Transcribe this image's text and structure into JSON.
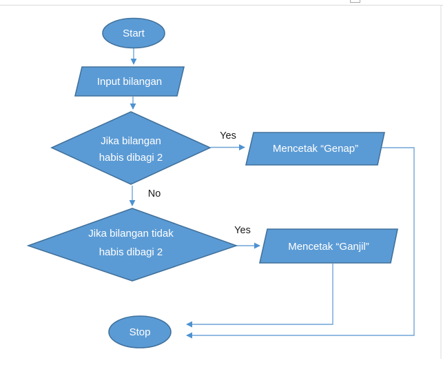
{
  "colors": {
    "shape_fill": "#5B9BD5",
    "shape_stroke": "#41719C",
    "connector": "#6FA4D8",
    "arrowhead": "#4D92D1",
    "shape_text": "#FFFFFF",
    "edge_label_text": "#1A1A1A",
    "page_rule": "#D9D9D9"
  },
  "flowchart": {
    "start": {
      "label": "Start"
    },
    "input": {
      "label": "Input bilangan"
    },
    "decision1": {
      "line1": "Jika bilangan",
      "line2": "habis dibagi 2"
    },
    "yes1": {
      "label": "Yes"
    },
    "genap": {
      "label": "Mencetak “Genap”"
    },
    "no": {
      "label": "No"
    },
    "decision2": {
      "line1": "Jika bilangan  tidak",
      "line2": "habis dibagi 2"
    },
    "yes2": {
      "label": "Yes"
    },
    "ganjil": {
      "label": "Mencetak “Ganjil”"
    },
    "stop": {
      "label": "Stop"
    }
  }
}
